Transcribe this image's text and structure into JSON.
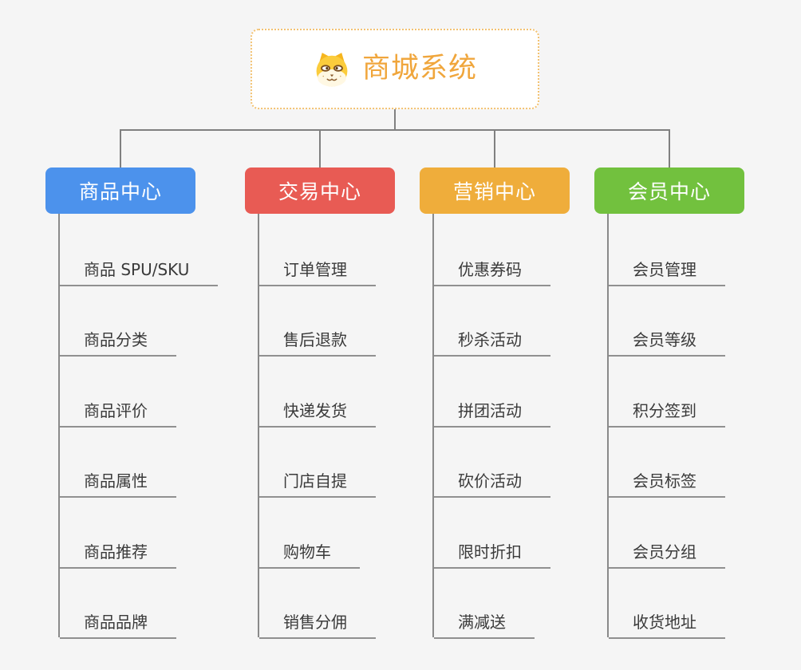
{
  "root": {
    "title": "商城系统",
    "icon": "dog-face-icon"
  },
  "branches": [
    {
      "label": "商品中心",
      "color": "#4c92ec",
      "items": [
        "商品 SPU/SKU",
        "商品分类",
        "商品评价",
        "商品属性",
        "商品推荐",
        "商品品牌"
      ]
    },
    {
      "label": "交易中心",
      "color": "#e85b54",
      "items": [
        "订单管理",
        "售后退款",
        "快递发货",
        "门店自提",
        "购物车",
        "销售分佣"
      ]
    },
    {
      "label": "营销中心",
      "color": "#efad3b",
      "items": [
        "优惠券码",
        "秒杀活动",
        "拼团活动",
        "砍价活动",
        "限时折扣",
        "满减送"
      ]
    },
    {
      "label": "会员中心",
      "color": "#72c13e",
      "items": [
        "会员管理",
        "会员等级",
        "积分签到",
        "会员标签",
        "会员分组",
        "收货地址"
      ]
    }
  ],
  "colors": {
    "background": "#f5f5f5",
    "root_border": "#f3c272",
    "root_title": "#f0a63c",
    "connector_line": "#808080",
    "leaf_underline": "#909090",
    "leaf_text": "#3a3a3a"
  }
}
